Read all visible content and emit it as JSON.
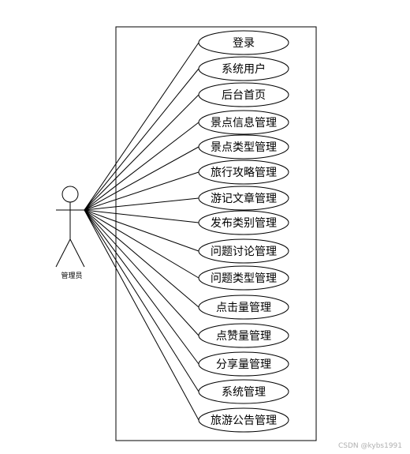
{
  "actor": {
    "label": "管理员"
  },
  "use_cases": [
    "登录",
    "系统用户",
    "后台首页",
    "景点信息管理",
    "景点类型管理",
    "旅行攻略管理",
    "游记文章管理",
    "发布类别管理",
    "问题讨论管理",
    "问题类型管理",
    "点击量管理",
    "点赞量管理",
    "分享量管理",
    "系统管理",
    "旅游公告管理"
  ],
  "watermark": "CSDN @kybs1991",
  "colors": {
    "line": "#000000",
    "background": "#ffffff",
    "watermark": "#b0b0b0"
  }
}
